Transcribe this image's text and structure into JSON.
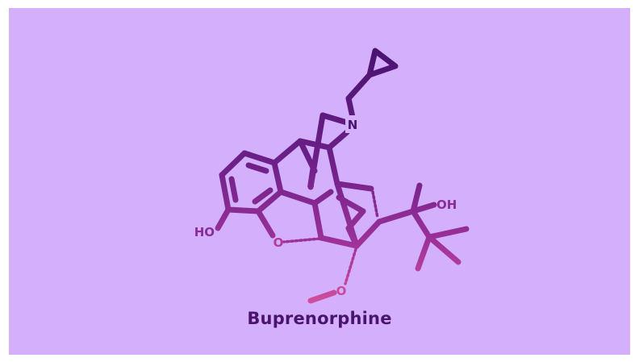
{
  "molecule": {
    "name": "Buprenorphine",
    "atoms": {
      "nitrogen": "N",
      "hydroxyl_phenol": "HO",
      "hydroxyl_side": "OH",
      "ether_oxygen": "O",
      "methoxy_oxygen": "O"
    }
  },
  "colors": {
    "background_panel": "#d4b0fc",
    "gradient_top": "#4a1370",
    "gradient_mid": "#8a2c98",
    "gradient_bottom": "#d04e9c",
    "caption": "#4a1370"
  }
}
